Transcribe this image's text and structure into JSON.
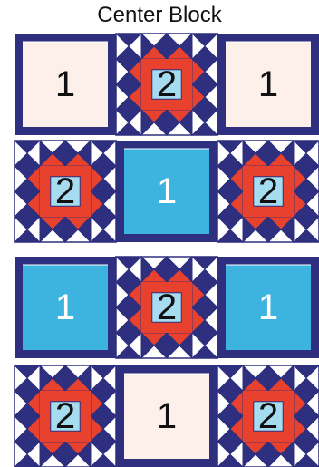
{
  "title": "Center Block",
  "colors": {
    "navy": "#2e2f7e",
    "red": "#e8412e",
    "sky": "#3cb4df",
    "light_blue": "#a6dcf0",
    "cream": "#fdf0ea",
    "white": "#ffffff",
    "label_dark": "#111111",
    "label_light": "#ffffff"
  },
  "rows": [
    [
      {
        "type": "plain",
        "fill": "cream",
        "label": "1"
      },
      {
        "type": "star",
        "label": "2"
      },
      {
        "type": "plain",
        "fill": "cream",
        "label": "1"
      }
    ],
    [
      {
        "type": "star",
        "label": "2"
      },
      {
        "type": "plain",
        "fill": "sky",
        "label": "1"
      },
      {
        "type": "star",
        "label": "2"
      }
    ],
    [
      {
        "type": "plain",
        "fill": "sky",
        "label": "1"
      },
      {
        "type": "star",
        "label": "2"
      },
      {
        "type": "plain",
        "fill": "sky",
        "label": "1"
      }
    ],
    [
      {
        "type": "star",
        "label": "2"
      },
      {
        "type": "plain",
        "fill": "cream",
        "label": "1"
      },
      {
        "type": "star",
        "label": "2"
      }
    ]
  ]
}
